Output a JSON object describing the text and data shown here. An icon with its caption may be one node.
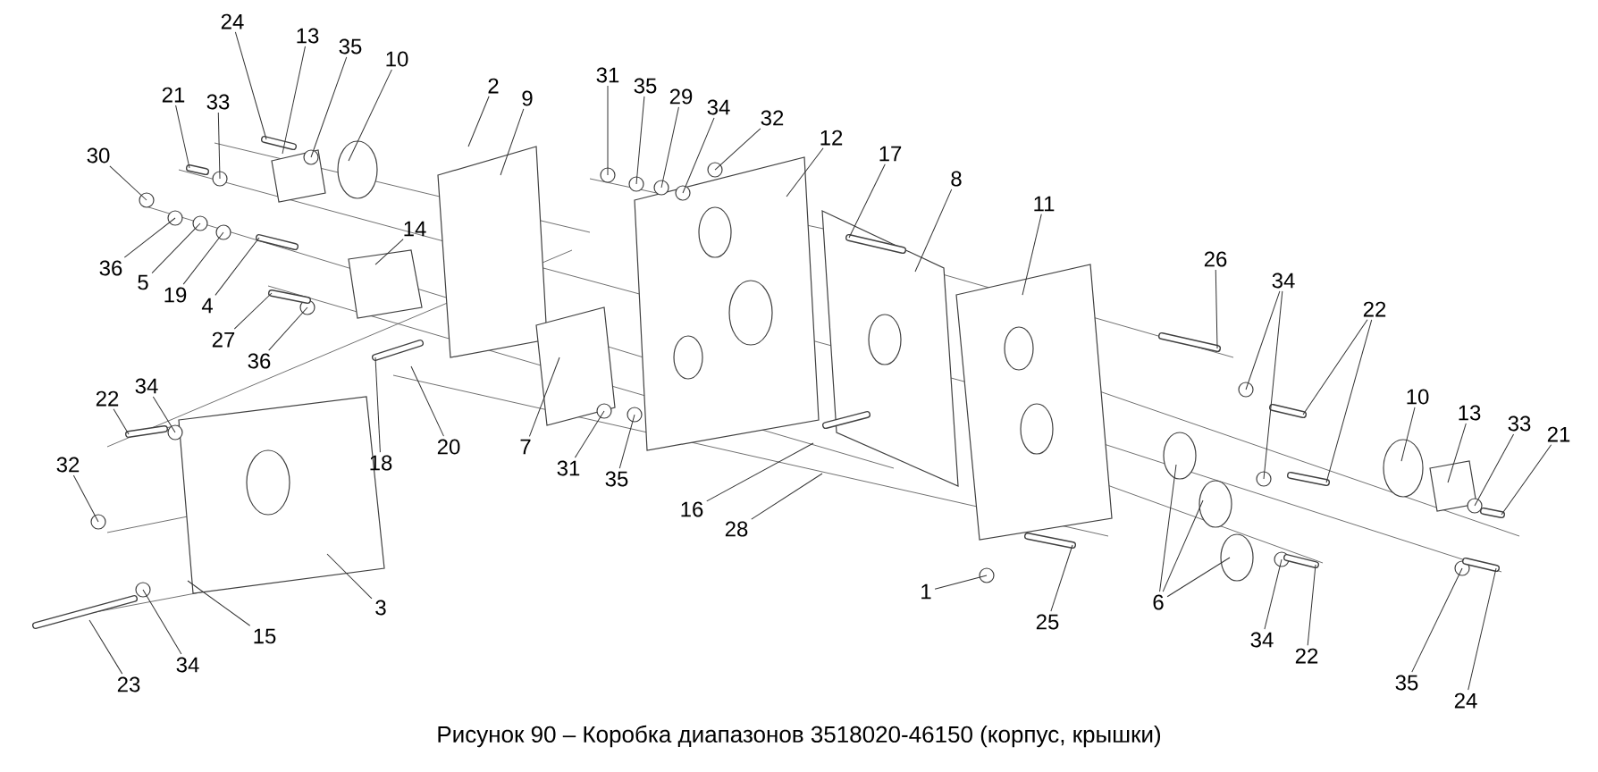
{
  "diagram": {
    "caption": "Рисунок 90 – Коробка диапазонов 3518020-46150 (корпус, крышки)",
    "nodes": [
      {
        "text": [
          "24"
        ]
      },
      {
        "text": [
          "13"
        ]
      },
      {
        "text": [
          "35"
        ]
      },
      {
        "text": [
          "10"
        ]
      },
      {
        "text": [
          "21"
        ]
      },
      {
        "text": [
          "33"
        ]
      },
      {
        "text": [
          "30"
        ]
      },
      {
        "text": [
          "36"
        ]
      },
      {
        "text": [
          "5"
        ]
      },
      {
        "text": [
          "19"
        ]
      },
      {
        "text": [
          "4"
        ]
      },
      {
        "text": [
          "14"
        ]
      },
      {
        "text": [
          "27"
        ]
      },
      {
        "text": [
          "36"
        ]
      },
      {
        "text": [
          "2"
        ]
      },
      {
        "text": [
          "9"
        ]
      },
      {
        "text": [
          "31"
        ]
      },
      {
        "text": [
          "35"
        ]
      },
      {
        "text": [
          "29"
        ]
      },
      {
        "text": [
          "34"
        ]
      },
      {
        "text": [
          "32"
        ]
      },
      {
        "text": [
          "12"
        ]
      },
      {
        "text": [
          "17"
        ]
      },
      {
        "text": [
          "8"
        ]
      },
      {
        "text": [
          "11"
        ]
      },
      {
        "text": [
          "26"
        ]
      },
      {
        "text": [
          "34"
        ]
      },
      {
        "text": [
          "22"
        ]
      },
      {
        "text": [
          "10"
        ]
      },
      {
        "text": [
          "13"
        ]
      },
      {
        "text": [
          "33"
        ]
      },
      {
        "text": [
          "21"
        ]
      },
      {
        "text": [
          "24"
        ]
      },
      {
        "text": [
          "35"
        ]
      },
      {
        "text": [
          "22"
        ]
      },
      {
        "text": [
          "34"
        ]
      },
      {
        "text": [
          "6"
        ]
      },
      {
        "text": [
          "25"
        ]
      },
      {
        "text": [
          "1"
        ]
      },
      {
        "text": [
          "28"
        ]
      },
      {
        "text": [
          "16"
        ]
      },
      {
        "text": [
          "31"
        ]
      },
      {
        "text": [
          "35"
        ]
      },
      {
        "text": [
          "7"
        ]
      },
      {
        "text": [
          "18"
        ]
      },
      {
        "text": [
          "20"
        ]
      },
      {
        "text": [
          "22"
        ]
      },
      {
        "text": [
          "34"
        ]
      },
      {
        "text": [
          "32"
        ]
      },
      {
        "text": [
          "3"
        ]
      },
      {
        "text": [
          "15"
        ]
      },
      {
        "text": [
          "34"
        ]
      },
      {
        "text": [
          "23"
        ]
      }
    ],
    "edges": [
      {
        "from": 0,
        "to": null,
        "arrow": "none"
      },
      {
        "from": 1,
        "to": null,
        "arrow": "none"
      },
      {
        "from": 2,
        "to": null,
        "arrow": "none"
      },
      {
        "from": 3,
        "to": null,
        "arrow": "none"
      },
      {
        "from": 4,
        "to": null,
        "arrow": "none"
      },
      {
        "from": 5,
        "to": null,
        "arrow": "none"
      },
      {
        "from": 6,
        "to": null,
        "arrow": "none"
      },
      {
        "from": 7,
        "to": null,
        "arrow": "none"
      },
      {
        "from": 8,
        "to": null,
        "arrow": "none"
      },
      {
        "from": 9,
        "to": null,
        "arrow": "none"
      },
      {
        "from": 10,
        "to": null,
        "arrow": "none"
      },
      {
        "from": 11,
        "to": null,
        "arrow": "none"
      },
      {
        "from": 12,
        "to": null,
        "arrow": "none"
      },
      {
        "from": 13,
        "to": null,
        "arrow": "none"
      },
      {
        "from": 14,
        "to": null,
        "arrow": "none"
      },
      {
        "from": 15,
        "to": null,
        "arrow": "none"
      },
      {
        "from": 16,
        "to": null,
        "arrow": "none"
      },
      {
        "from": 17,
        "to": null,
        "arrow": "none"
      },
      {
        "from": 18,
        "to": null,
        "arrow": "none"
      },
      {
        "from": 19,
        "to": null,
        "arrow": "none"
      },
      {
        "from": 20,
        "to": null,
        "arrow": "none"
      },
      {
        "from": 21,
        "to": null,
        "arrow": "none"
      },
      {
        "from": 22,
        "to": null,
        "arrow": "none"
      },
      {
        "from": 23,
        "to": null,
        "arrow": "none"
      },
      {
        "from": 24,
        "to": null,
        "arrow": "none"
      },
      {
        "from": 25,
        "to": null,
        "arrow": "none"
      },
      {
        "from": 26,
        "to": null,
        "arrow": "none"
      },
      {
        "from": 26,
        "to": null,
        "arrow": "none"
      },
      {
        "from": 27,
        "to": null,
        "arrow": "none"
      },
      {
        "from": 27,
        "to": null,
        "arrow": "none"
      },
      {
        "from": 28,
        "to": null,
        "arrow": "none"
      },
      {
        "from": 29,
        "to": null,
        "arrow": "none"
      },
      {
        "from": 30,
        "to": null,
        "arrow": "none"
      },
      {
        "from": 31,
        "to": null,
        "arrow": "none"
      },
      {
        "from": 32,
        "to": null,
        "arrow": "none"
      },
      {
        "from": 33,
        "to": null,
        "arrow": "none"
      },
      {
        "from": 34,
        "to": null,
        "arrow": "none"
      },
      {
        "from": 35,
        "to": null,
        "arrow": "none"
      },
      {
        "from": 36,
        "to": null,
        "arrow": "none"
      },
      {
        "from": 36,
        "to": null,
        "arrow": "none"
      },
      {
        "from": 36,
        "to": null,
        "arrow": "none"
      },
      {
        "from": 37,
        "to": null,
        "arrow": "none"
      },
      {
        "from": 38,
        "to": null,
        "arrow": "none"
      },
      {
        "from": 39,
        "to": null,
        "arrow": "none"
      },
      {
        "from": 40,
        "to": null,
        "arrow": "none"
      },
      {
        "from": 41,
        "to": null,
        "arrow": "none"
      },
      {
        "from": 42,
        "to": null,
        "arrow": "none"
      },
      {
        "from": 43,
        "to": null,
        "arrow": "none"
      },
      {
        "from": 44,
        "to": null,
        "arrow": "none"
      },
      {
        "from": 45,
        "to": null,
        "arrow": "none"
      },
      {
        "from": 46,
        "to": null,
        "arrow": "none"
      },
      {
        "from": 47,
        "to": null,
        "arrow": "none"
      },
      {
        "from": 48,
        "to": null,
        "arrow": "none"
      },
      {
        "from": 49,
        "to": null,
        "arrow": "none"
      },
      {
        "from": 50,
        "to": null,
        "arrow": "none"
      },
      {
        "from": 51,
        "to": null,
        "arrow": "none"
      },
      {
        "from": 52,
        "to": null,
        "arrow": "none"
      }
    ]
  }
}
